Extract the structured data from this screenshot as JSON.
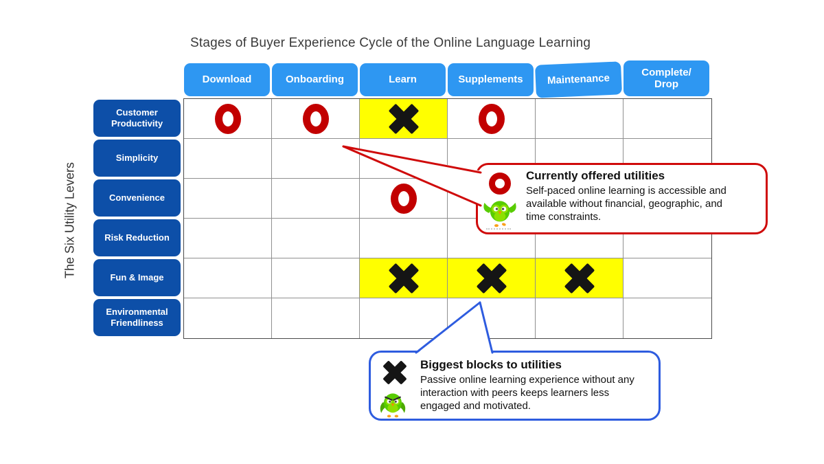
{
  "title": "Stages of Buyer Experience Cycle of the Online Language Learning",
  "y_axis_label": "The Six Utility Levers",
  "columns": [
    "Download",
    "Onboarding",
    "Learn",
    "Supplements",
    "Maintenance",
    "Complete/\nDrop"
  ],
  "rows": [
    "Customer Productivity",
    "Simplicity",
    "Convenience",
    "Risk Reduction",
    "Fun & Image",
    "Environmental Friendliness"
  ],
  "matrix": {
    "markers": [
      {
        "row": 0,
        "col": 0,
        "type": "circle",
        "highlight": false
      },
      {
        "row": 0,
        "col": 1,
        "type": "circle",
        "highlight": false
      },
      {
        "row": 0,
        "col": 2,
        "type": "x",
        "highlight": true
      },
      {
        "row": 0,
        "col": 3,
        "type": "circle",
        "highlight": false
      },
      {
        "row": 2,
        "col": 2,
        "type": "circle",
        "highlight": false
      },
      {
        "row": 4,
        "col": 2,
        "type": "x",
        "highlight": true
      },
      {
        "row": 4,
        "col": 3,
        "type": "x",
        "highlight": true
      },
      {
        "row": 4,
        "col": 4,
        "type": "x",
        "highlight": true
      }
    ]
  },
  "legend_current": {
    "icon": "circle-marker",
    "mascot": "duolingo-owl-happy",
    "title": "Currently offered utilities",
    "body": "Self-paced online learning is accessible and available without financial, geographic, and time constraints."
  },
  "legend_blocks": {
    "icon": "x-marker",
    "mascot": "duolingo-owl-angry",
    "title": "Biggest blocks to utilities",
    "body": "Passive online learning experience without any interaction with peers keeps learners less engaged and motivated."
  },
  "colors": {
    "header_blue": "#2e97f2",
    "row_blue": "#0d4fa8",
    "marker_red": "#c20000",
    "highlight_yellow": "#ffff00",
    "callout_red_border": "#cf0a0a",
    "callout_blue_border": "#2e5cdf",
    "x_black": "#151515",
    "owl_green": "#58cc02",
    "owl_belly": "#8ee000",
    "owl_orange": "#f49000"
  }
}
